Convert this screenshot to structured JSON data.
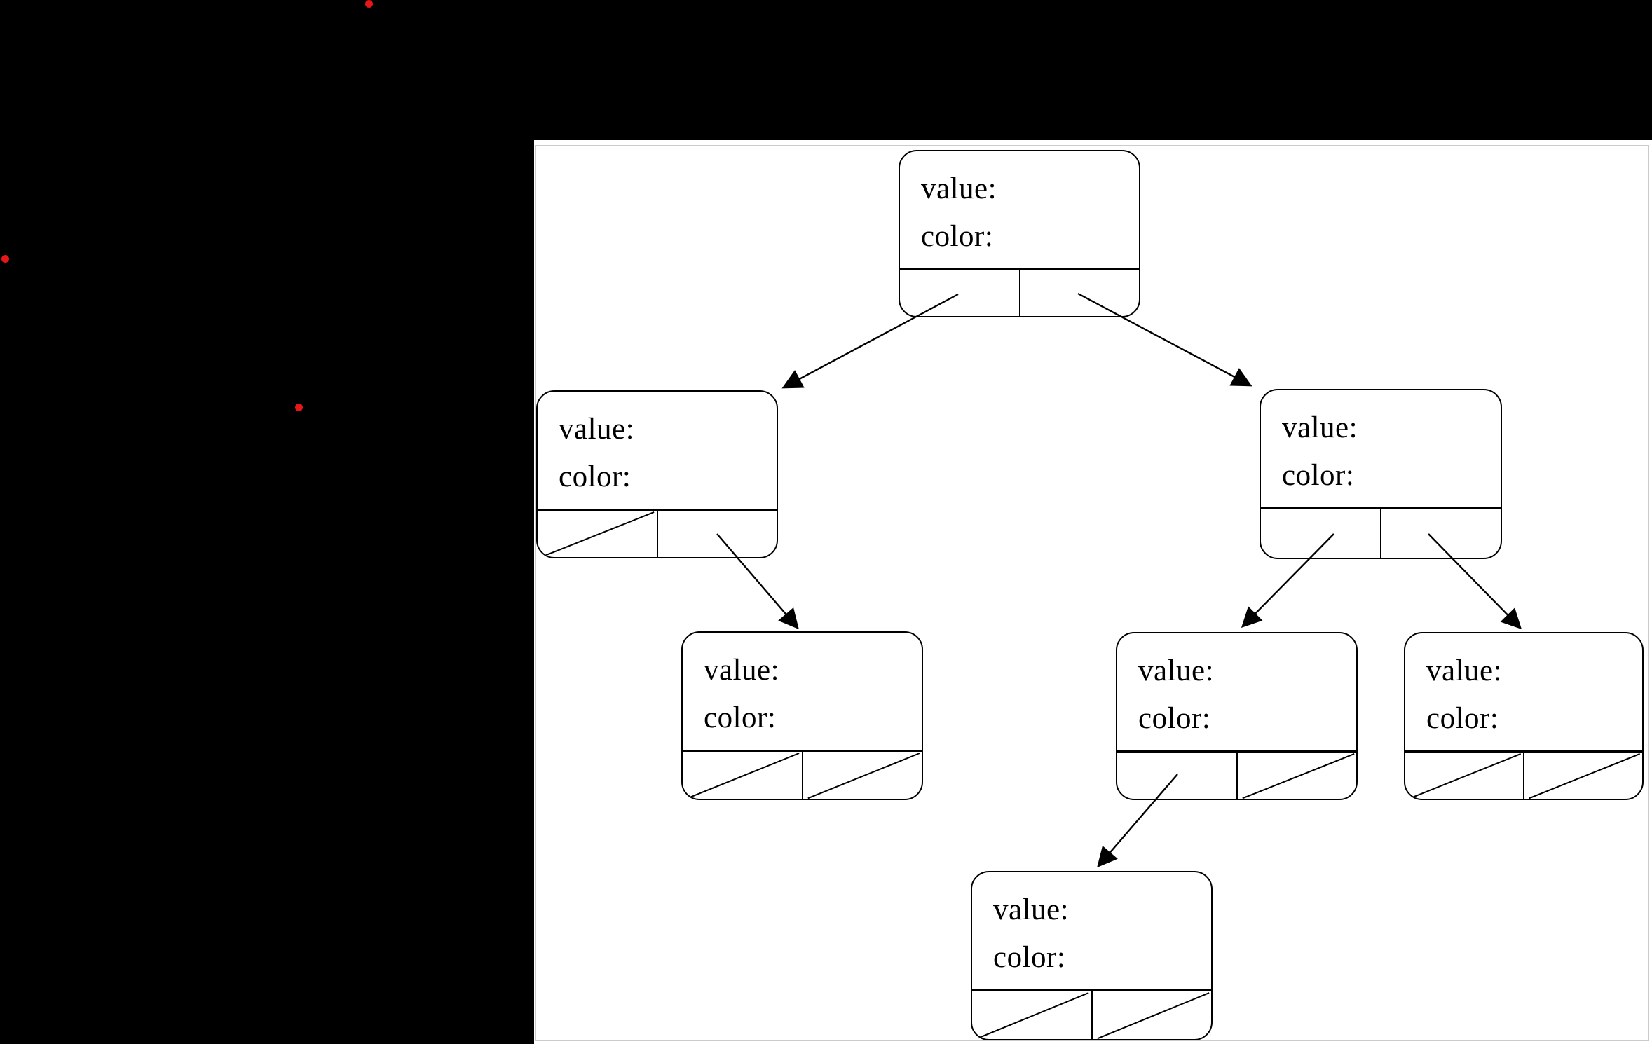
{
  "app": {
    "background_color": "#000000"
  },
  "panel": {
    "background_color": "#ffffff",
    "border_color": "#cbcbcb"
  },
  "labels": {
    "value": "value:",
    "color": "color:"
  },
  "annotations": {
    "red_dot_color": "#e51717",
    "red_dot_count": 3
  },
  "diagram": {
    "type": "binary-tree-node-diagram",
    "line_color": "#000000",
    "node_field_labels": [
      "value:",
      "color:"
    ],
    "nodes": [
      {
        "id": "root",
        "value": "",
        "color": "",
        "left_pointer": "left",
        "right_pointer": "right"
      },
      {
        "id": "left",
        "value": "",
        "color": "",
        "left_pointer": null,
        "right_pointer": "left-right"
      },
      {
        "id": "right",
        "value": "",
        "color": "",
        "left_pointer": "right-left",
        "right_pointer": "right-right"
      },
      {
        "id": "left-right",
        "value": "",
        "color": "",
        "left_pointer": null,
        "right_pointer": null
      },
      {
        "id": "right-left",
        "value": "",
        "color": "",
        "left_pointer": "right-left-left",
        "right_pointer": null
      },
      {
        "id": "right-right",
        "value": "",
        "color": "",
        "left_pointer": null,
        "right_pointer": null
      },
      {
        "id": "right-left-left",
        "value": "",
        "color": "",
        "left_pointer": null,
        "right_pointer": null
      }
    ],
    "edges": [
      {
        "from": "root.left",
        "to": "left"
      },
      {
        "from": "root.right",
        "to": "right"
      },
      {
        "from": "left.right",
        "to": "left-right"
      },
      {
        "from": "right.left",
        "to": "right-left"
      },
      {
        "from": "right.right",
        "to": "right-right"
      },
      {
        "from": "right-left.left",
        "to": "right-left-left"
      }
    ]
  }
}
